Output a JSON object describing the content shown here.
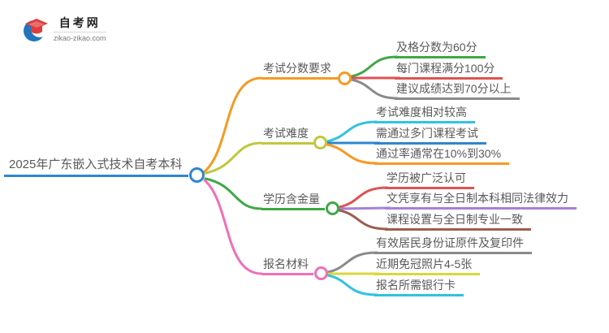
{
  "logo": {
    "site_name": "自考网",
    "site_url": "zikao-zikao.com",
    "brand_blue": "#2276bc",
    "brand_red": "#e03c3c"
  },
  "mindmap": {
    "root": {
      "label": "2025年广东嵌入式技术自考本科",
      "color": "#2e86d1"
    },
    "branches": [
      {
        "label": "考试分数要求",
        "color": "#f59a23",
        "children": [
          {
            "label": "及格分数为60分",
            "color": "#3fa845"
          },
          {
            "label": "每门课程满分100分",
            "color": "#e05252"
          },
          {
            "label": "建议成绩达到70分以上",
            "color": "#8a8a8a"
          }
        ]
      },
      {
        "label": "考试难度",
        "color": "#c0c73c",
        "children": [
          {
            "label": "考试难度相对较高",
            "color": "#31c3e0"
          },
          {
            "label": "需通过多门课程考试",
            "color": "#2e86d1"
          },
          {
            "label": "通过率通常在10%到30%",
            "color": "#f59a23"
          }
        ]
      },
      {
        "label": "学历含金量",
        "color": "#3fa845",
        "children": [
          {
            "label": "学历被广泛认可",
            "color": "#e05252"
          },
          {
            "label": "文凭享有与全日制本科相同法律效力",
            "color": "#a97fd8"
          },
          {
            "label": "课程设置与全日制专业一致",
            "color": "#9a5f4f"
          }
        ]
      },
      {
        "label": "报名材料",
        "color": "#f06fb7",
        "children": [
          {
            "label": "有效居民身份证原件及复印件",
            "color": "#8a8a8a"
          },
          {
            "label": "近期免冠照片4-5张",
            "color": "#d8d83b"
          },
          {
            "label": "报名所需银行卡",
            "color": "#31c3e0"
          }
        ]
      }
    ]
  }
}
